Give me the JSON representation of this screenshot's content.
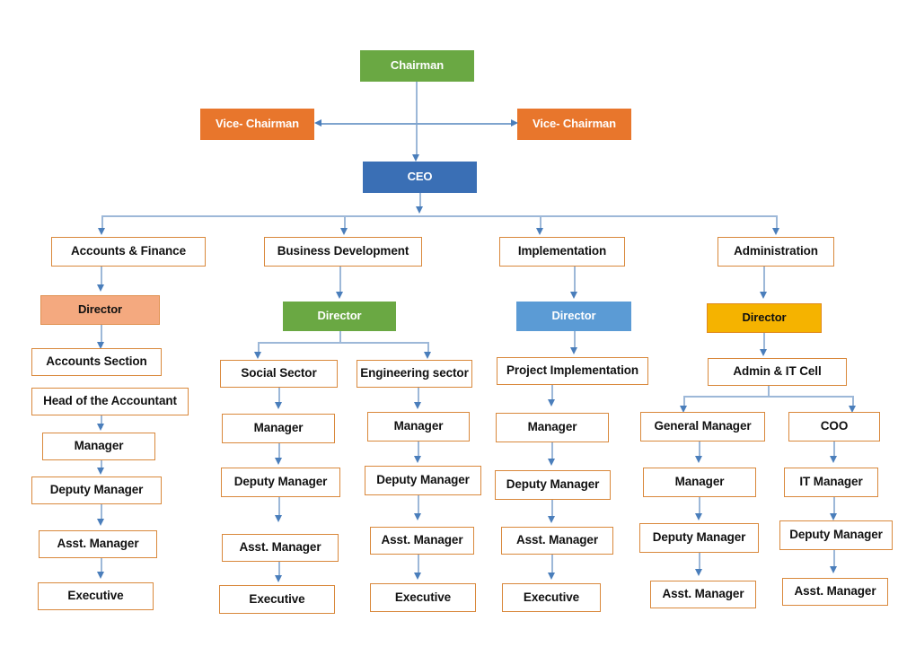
{
  "chart_data": {
    "type": "diagram",
    "title": "Organizational Chart",
    "colors": {
      "green": "#6AA843",
      "orange": "#E8762C",
      "blue": "#3A6FB5",
      "salmon": "#F4A97F",
      "light_blue": "#5B9BD5",
      "amber": "#F5B300",
      "box_border": "#D9883B",
      "connector": "#7FA4CE"
    }
  },
  "nodes": {
    "chairman": "Chairman",
    "vice_chairman_left": "Vice- Chairman",
    "vice_chairman_right": "Vice- Chairman",
    "ceo": "CEO",
    "dept_accounts": "Accounts & Finance",
    "dept_business": "Business Development",
    "dept_implementation": "Implementation",
    "dept_administration": "Administration",
    "director_accounts": "Director",
    "director_business": "Director",
    "director_implementation": "Director",
    "director_administration": "Director",
    "col1": {
      "accounts_section": "Accounts Section",
      "head_accountant": "Head of the Accountant",
      "manager": "Manager",
      "deputy_manager": "Deputy Manager",
      "asst_manager": "Asst. Manager",
      "executive": "Executive"
    },
    "col2": {
      "sector": "Social Sector",
      "manager": "Manager",
      "deputy_manager": "Deputy Manager",
      "asst_manager": "Asst. Manager",
      "executive": "Executive"
    },
    "col3": {
      "sector": "Engineering sector",
      "manager": "Manager",
      "deputy_manager": "Deputy Manager",
      "asst_manager": "Asst. Manager",
      "executive": "Executive"
    },
    "col4": {
      "project": "Project Implementation",
      "manager": "Manager",
      "deputy_manager": "Deputy Manager",
      "asst_manager": "Asst. Manager",
      "executive": "Executive"
    },
    "admin_cell": "Admin & IT Cell",
    "col5": {
      "general_manager": "General Manager",
      "manager": "Manager",
      "deputy_manager": "Deputy Manager",
      "asst_manager": "Asst. Manager"
    },
    "col6": {
      "coo": "COO",
      "it_manager": "IT Manager",
      "deputy_manager": "Deputy Manager",
      "asst_manager": "Asst. Manager"
    }
  }
}
